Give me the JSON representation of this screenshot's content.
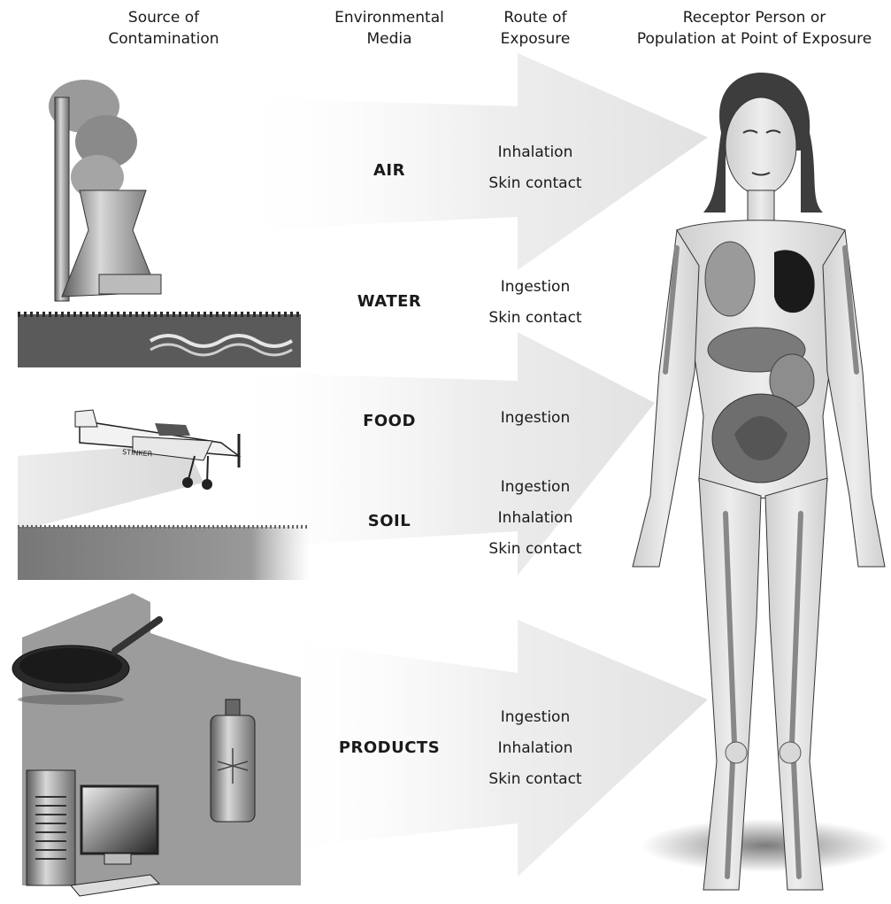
{
  "headers": {
    "source": [
      "Source of",
      "Contamination"
    ],
    "media": [
      "Environmental",
      "Media"
    ],
    "route": [
      "Route of",
      "Exposure"
    ],
    "receptor": [
      "Receptor Person or",
      "Population at Point of Exposure"
    ]
  },
  "media": [
    "AIR",
    "WATER",
    "FOOD",
    "SOIL",
    "PRODUCTS"
  ],
  "routes": {
    "air": [
      "Inhalation",
      "Skin contact"
    ],
    "water": [
      "Ingestion",
      "Skin contact"
    ],
    "food": [
      "Ingestion"
    ],
    "soil": [
      "Ingestion",
      "Inhalation",
      "Skin contact"
    ],
    "products": [
      "Ingestion",
      "Inhalation",
      "Skin contact"
    ]
  },
  "illustrations": {
    "factory": "smokestack-factory-icon",
    "plane": "crop-duster-plane-icon",
    "plane_label": "STINKER",
    "products": [
      "frying-pan-icon",
      "computer-icon",
      "perfume-bottle-icon"
    ],
    "receptor": "human-anatomy-figure"
  }
}
